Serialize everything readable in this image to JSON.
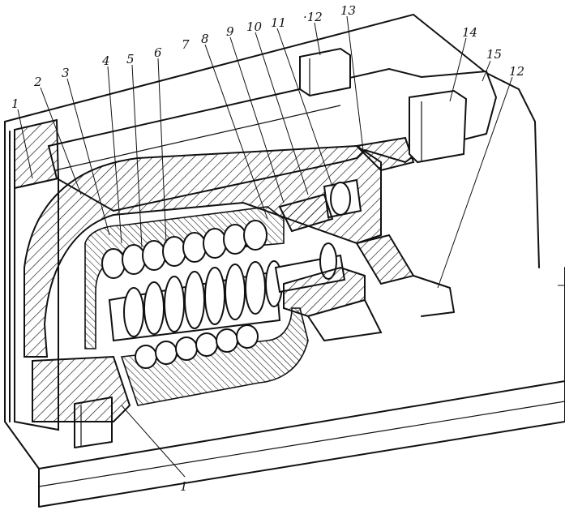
{
  "callouts": [
    {
      "id": "c1-top",
      "text": "1"
    },
    {
      "id": "c2",
      "text": "2"
    },
    {
      "id": "c3",
      "text": "3"
    },
    {
      "id": "c4",
      "text": "4"
    },
    {
      "id": "c5",
      "text": "5"
    },
    {
      "id": "c6",
      "text": "6"
    },
    {
      "id": "c7",
      "text": "7"
    },
    {
      "id": "c8",
      "text": "8"
    },
    {
      "id": "c9",
      "text": "9"
    },
    {
      "id": "c10",
      "text": "10"
    },
    {
      "id": "c11",
      "text": "11"
    },
    {
      "id": "c12-top",
      "text": "·12"
    },
    {
      "id": "c13",
      "text": "13"
    },
    {
      "id": "c14",
      "text": "14"
    },
    {
      "id": "c15",
      "text": "15"
    },
    {
      "id": "c12-right",
      "text": "12"
    },
    {
      "id": "c1-bottom",
      "text": "1"
    }
  ]
}
